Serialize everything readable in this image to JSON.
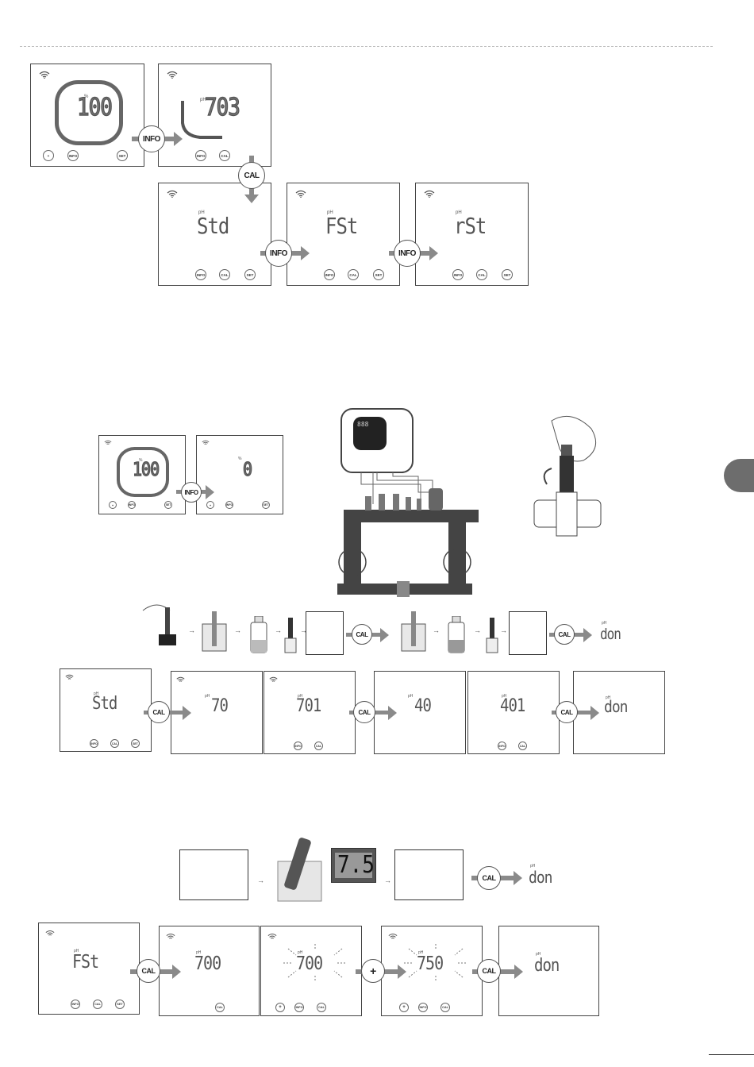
{
  "section1": {
    "screens": [
      {
        "value": "100",
        "unit": "%",
        "buttons": [
          "+",
          "INFO",
          "SET"
        ]
      },
      {
        "value": "703",
        "unit": "pH",
        "buttons": [
          "INFO",
          "CAL"
        ]
      },
      {
        "value": "Std",
        "unit": "pH",
        "buttons": [
          "INFO",
          "CAL",
          "SET"
        ]
      },
      {
        "value": "FSt",
        "unit": "pH",
        "buttons": [
          "INFO",
          "CAL",
          "SET"
        ]
      },
      {
        "value": "rSt",
        "unit": "pH",
        "buttons": [
          "INFO",
          "CAL",
          "SET"
        ]
      }
    ],
    "arrows": [
      "INFO",
      "CAL",
      "INFO",
      "INFO"
    ]
  },
  "section2": {
    "screens": [
      {
        "value": "100",
        "unit": "%",
        "buttons": [
          "+",
          "INFO",
          "SET"
        ]
      },
      {
        "value": "0",
        "unit": "%",
        "buttons": [
          "+",
          "INFO",
          "SET"
        ]
      }
    ],
    "arrow": "INFO",
    "device_display": "888",
    "calibration_flow": {
      "cal1": "CAL",
      "cal2": "CAL",
      "result_unit": "pH",
      "result": "don"
    }
  },
  "section3": {
    "screens": [
      {
        "value": "Std",
        "unit": "pH",
        "buttons": [
          "INFO",
          "CAL",
          "SET"
        ]
      },
      {
        "value": "70",
        "unit": "pH",
        "buttons": []
      },
      {
        "value": "701",
        "unit": "pH",
        "buttons": [
          "INFO",
          "CAL"
        ]
      },
      {
        "value": "40",
        "unit": "pH",
        "buttons": []
      },
      {
        "value": "401",
        "unit": "pH",
        "buttons": [
          "INFO",
          "CAL"
        ]
      },
      {
        "value": "don",
        "unit": "pH",
        "buttons": []
      }
    ],
    "arrows": [
      "CAL",
      "CAL",
      "CAL"
    ]
  },
  "section4": {
    "meter_reading": "7.5",
    "arrow": "CAL",
    "result_unit": "pH",
    "result": "don"
  },
  "section5": {
    "screens": [
      {
        "value": "FSt",
        "unit": "pH",
        "buttons": [
          "INFO",
          "CAL",
          "SET"
        ]
      },
      {
        "value": "700",
        "unit": "pH",
        "buttons": [
          "CAL"
        ]
      },
      {
        "value": "700",
        "unit": "pH",
        "buttons": [
          "+",
          "INFO",
          "CAL"
        ]
      },
      {
        "value": "750",
        "unit": "pH",
        "buttons": [
          "+",
          "INFO",
          "CAL"
        ]
      },
      {
        "value": "don",
        "unit": "pH",
        "buttons": []
      }
    ],
    "arrows": [
      "CAL",
      "+",
      "CAL"
    ]
  }
}
